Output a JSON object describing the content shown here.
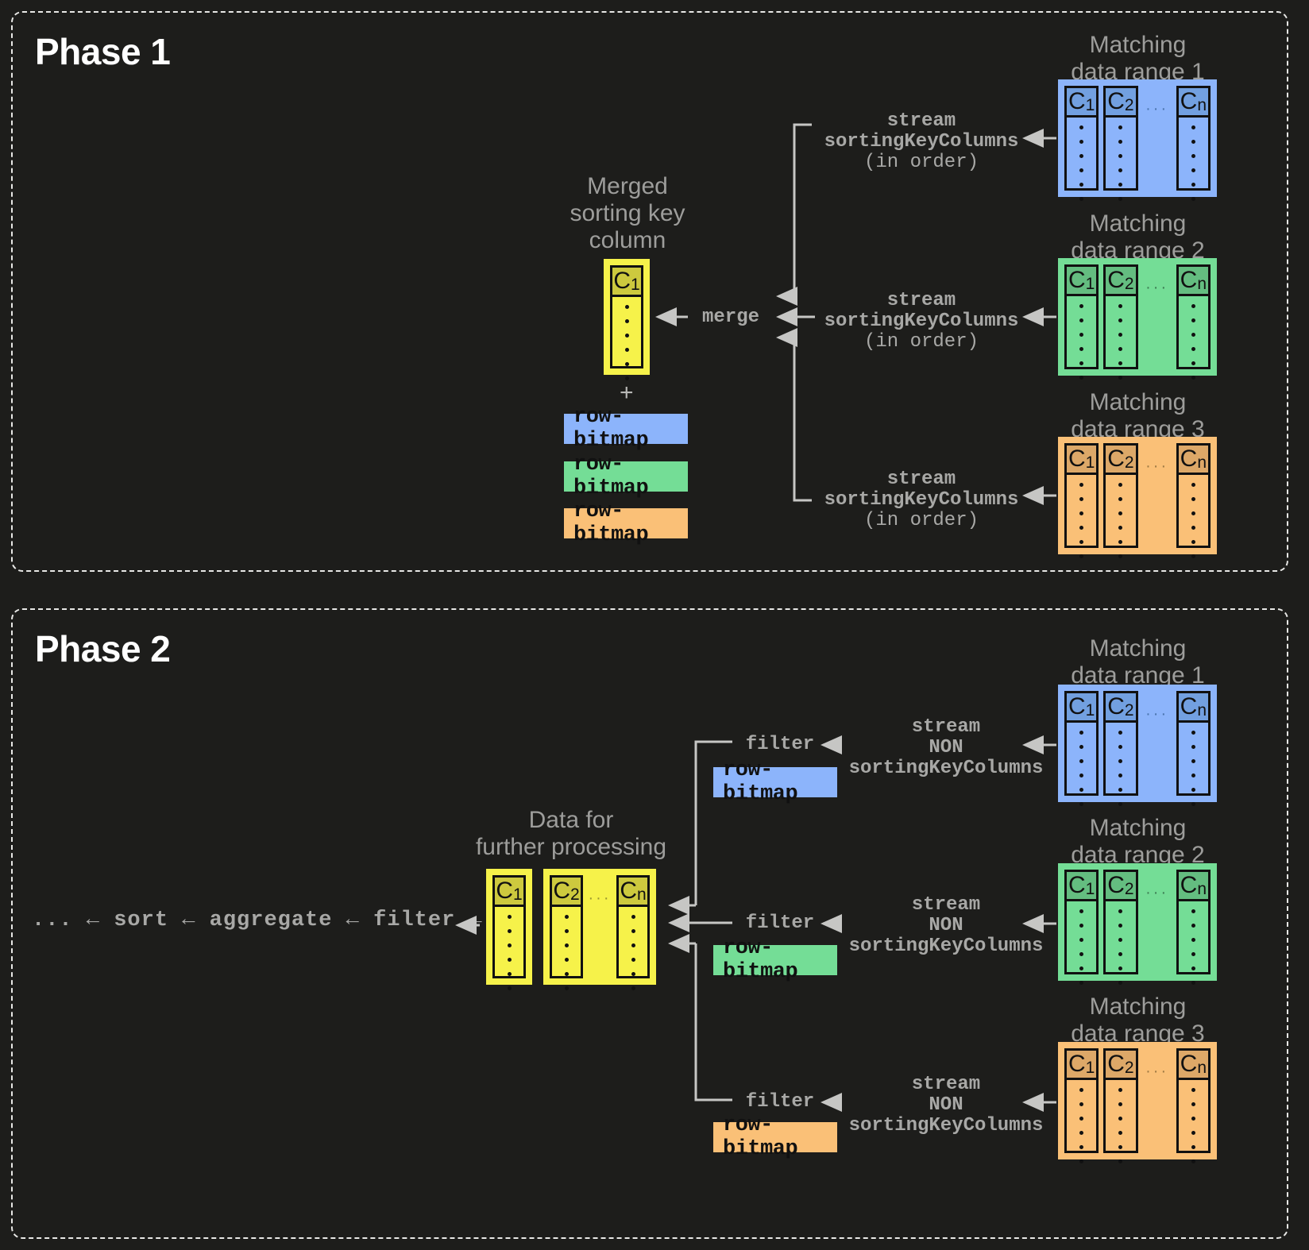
{
  "diagram": {
    "title_phase1": "Phase 1",
    "title_phase2": "Phase 2"
  },
  "labels": {
    "merged_sorting_key_column": "Merged\nsorting key\ncolumn",
    "data_for_further_processing": "Data for\nfurther processing",
    "matching_range_1": "Matching\ndata range 1",
    "matching_range_2": "Matching\ndata range 2",
    "matching_range_3": "Matching\ndata range 3",
    "merge": "merge",
    "filter": "filter",
    "row_bitmap": "row-bitmap",
    "plus": "+",
    "stream_sorting": "stream\nsortingKeyColumns",
    "stream_sorting_suffix": "(in order)",
    "stream_non_sorting": "stream\nNON\nsortingKeyColumns",
    "pipeline": "... ← sort ← aggregate ← filter ←"
  },
  "columns": {
    "c1": "C",
    "c1_sub": "1",
    "c2": "C",
    "c2_sub": "2",
    "cn": "C",
    "cn_sub": "n",
    "ellipsis": "···"
  },
  "colors": {
    "background": "#1d1d1b",
    "range_1": "#8cb4fb",
    "range_2": "#74dd96",
    "range_3": "#fac077",
    "merged": "#f6f24a",
    "header_1": "#72a0e0",
    "header_2": "#64bd80",
    "header_3": "#dda868",
    "header_merged": "#cdc93e",
    "text_gray": "#9d9d9b",
    "text_white": "#ffffff",
    "wire": "#c6c6c4"
  },
  "phase1": {
    "ranges": [
      {
        "label_key": "matching_range_1",
        "color_class": "blue",
        "stream_line1": "stream",
        "stream_line2": "sortingKeyColumns",
        "stream_line3": "(in order)"
      },
      {
        "label_key": "matching_range_2",
        "color_class": "green",
        "stream_line1": "stream",
        "stream_line2": "sortingKeyColumns",
        "stream_line3": "(in order)"
      },
      {
        "label_key": "matching_range_3",
        "color_class": "orange",
        "stream_line1": "stream",
        "stream_line2": "sortingKeyColumns",
        "stream_line3": "(in order)"
      }
    ],
    "bitmaps": [
      "row-bitmap",
      "row-bitmap",
      "row-bitmap"
    ]
  },
  "phase2": {
    "ranges": [
      {
        "label_key": "matching_range_1",
        "color_class": "blue",
        "stream_line1": "stream",
        "stream_line2": "NON",
        "stream_line3": "sortingKeyColumns",
        "filter": "filter",
        "bitmap": "row-bitmap"
      },
      {
        "label_key": "matching_range_2",
        "color_class": "green",
        "stream_line1": "stream",
        "stream_line2": "NON",
        "stream_line3": "sortingKeyColumns",
        "filter": "filter",
        "bitmap": "row-bitmap"
      },
      {
        "label_key": "matching_range_3",
        "color_class": "orange",
        "stream_line1": "stream",
        "stream_line2": "NON",
        "stream_line3": "sortingKeyColumns",
        "filter": "filter",
        "bitmap": "row-bitmap"
      }
    ]
  }
}
